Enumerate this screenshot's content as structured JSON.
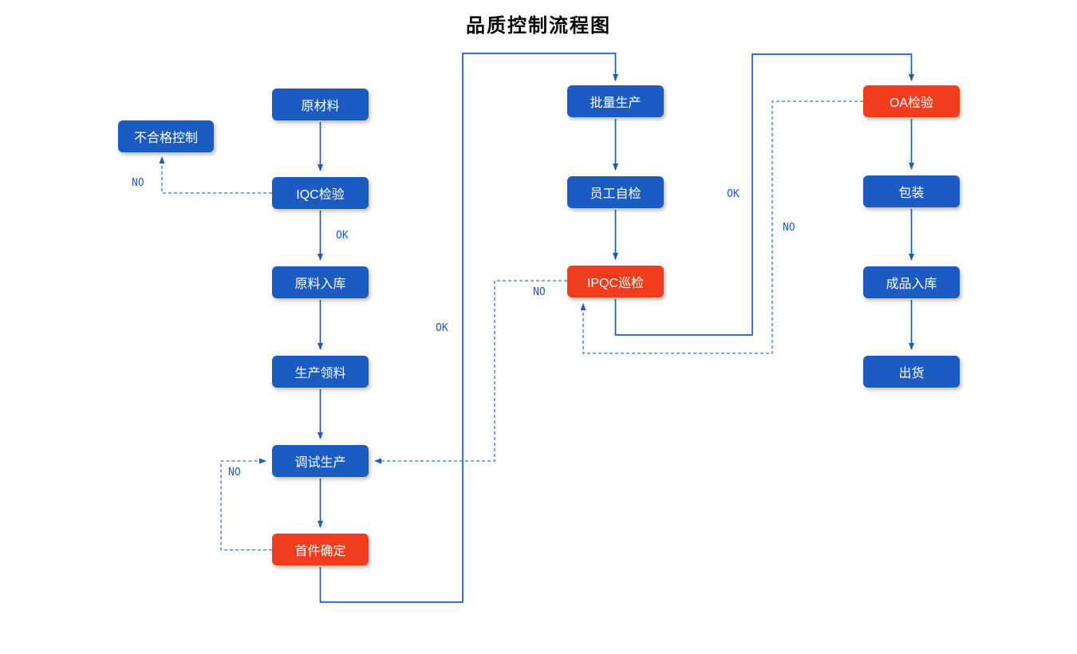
{
  "title": "品质控制流程图",
  "colors": {
    "node_blue": "#1c5cc2",
    "node_red": "#f23c1e",
    "line_solid": "#1c5cc2",
    "line_dashed": "#3a74cf",
    "label_text": "#1c5cc2",
    "node_text": "#ffffff",
    "title_text": "#000000",
    "background": "#ffffff"
  },
  "nodes": [
    {
      "id": "raw-material",
      "label": "原材料",
      "type": "blue"
    },
    {
      "id": "nonconforming-control",
      "label": "不合格控制",
      "type": "blue"
    },
    {
      "id": "iqc-inspection",
      "label": "IQC检验",
      "type": "blue"
    },
    {
      "id": "material-warehousing",
      "label": "原料入库",
      "type": "blue"
    },
    {
      "id": "production-picking",
      "label": "生产领料",
      "type": "blue"
    },
    {
      "id": "trial-production",
      "label": "调试生产",
      "type": "blue"
    },
    {
      "id": "first-article-confirm",
      "label": "首件确定",
      "type": "red"
    },
    {
      "id": "batch-production",
      "label": "批量生产",
      "type": "blue"
    },
    {
      "id": "employee-self-check",
      "label": "员工自检",
      "type": "blue"
    },
    {
      "id": "ipqc-patrol",
      "label": "IPQC巡检",
      "type": "red"
    },
    {
      "id": "oa-inspection",
      "label": "OA检验",
      "type": "red"
    },
    {
      "id": "packaging",
      "label": "包装",
      "type": "blue"
    },
    {
      "id": "finished-warehousing",
      "label": "成品入库",
      "type": "blue"
    },
    {
      "id": "shipment",
      "label": "出货",
      "type": "blue"
    }
  ],
  "edges": [
    {
      "from": "raw-material",
      "to": "iqc-inspection",
      "label": "",
      "style": "solid"
    },
    {
      "from": "iqc-inspection",
      "to": "material-warehousing",
      "label": "OK",
      "style": "solid"
    },
    {
      "from": "iqc-inspection",
      "to": "nonconforming-control",
      "label": "NO",
      "style": "dashed"
    },
    {
      "from": "material-warehousing",
      "to": "production-picking",
      "label": "",
      "style": "solid"
    },
    {
      "from": "production-picking",
      "to": "trial-production",
      "label": "",
      "style": "solid"
    },
    {
      "from": "trial-production",
      "to": "first-article-confirm",
      "label": "",
      "style": "solid"
    },
    {
      "from": "first-article-confirm",
      "to": "batch-production",
      "label": "OK",
      "style": "solid"
    },
    {
      "from": "first-article-confirm",
      "to": "trial-production",
      "label": "NO",
      "style": "dashed"
    },
    {
      "from": "batch-production",
      "to": "employee-self-check",
      "label": "",
      "style": "solid"
    },
    {
      "from": "employee-self-check",
      "to": "ipqc-patrol",
      "label": "",
      "style": "solid"
    },
    {
      "from": "ipqc-patrol",
      "to": "oa-inspection",
      "label": "OK",
      "style": "solid"
    },
    {
      "from": "ipqc-patrol",
      "to": "trial-production",
      "label": "NO",
      "style": "dashed"
    },
    {
      "from": "oa-inspection",
      "to": "packaging",
      "label": "",
      "style": "solid"
    },
    {
      "from": "oa-inspection",
      "to": "ipqc-patrol",
      "label": "NO",
      "style": "dashed"
    },
    {
      "from": "packaging",
      "to": "finished-warehousing",
      "label": "",
      "style": "solid"
    },
    {
      "from": "finished-warehousing",
      "to": "shipment",
      "label": "",
      "style": "solid"
    }
  ]
}
